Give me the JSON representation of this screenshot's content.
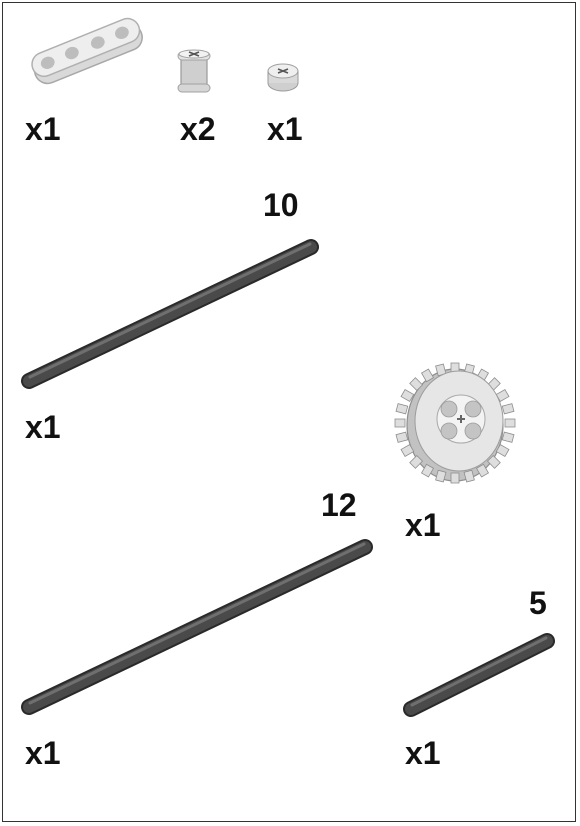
{
  "parts": {
    "liftarm": {
      "qty": "x1"
    },
    "bush_full": {
      "qty": "x2"
    },
    "bush_half": {
      "qty": "x1"
    },
    "axle_10": {
      "length": "10",
      "qty": "x1"
    },
    "gear_24": {
      "qty": "x1"
    },
    "axle_12": {
      "length": "12",
      "qty": "x1"
    },
    "axle_5": {
      "length": "5",
      "qty": "x1"
    }
  },
  "colors": {
    "light_part": "#e4e4e4",
    "light_part_shade": "#bdbdbd",
    "axle": "#4a4a4a",
    "axle_highlight": "#6f6f6f",
    "axle_shadow": "#2a2a2a"
  }
}
